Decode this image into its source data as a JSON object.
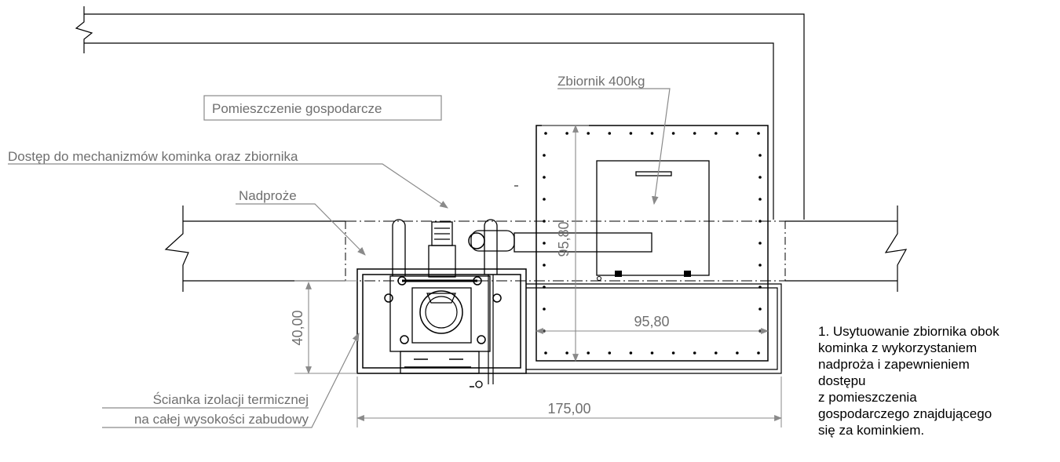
{
  "labels": {
    "room": "Pomieszczenie gospodarcze",
    "access": "Dostęp do mechanizmów kominka oraz zbiornika",
    "lintel": "Nadproże",
    "tank": "Zbiornik 400kg",
    "wall_line1": "Ścianka izolacji termicznej",
    "wall_line2": "na całej wysokości zabudowy"
  },
  "dimensions": {
    "tank_height": "95,80",
    "tank_width": "95,80",
    "depth": "40,00",
    "total_width": "175,00"
  },
  "note": {
    "lines": [
      "1. Usytuowanie zbiornika obok",
      "kominka z wykorzystaniem",
      "nadproża i zapewnieniem",
      "dostępu",
      "z pomieszczenia",
      "gospodarczego znajdującego",
      "się za kominkiem."
    ]
  }
}
